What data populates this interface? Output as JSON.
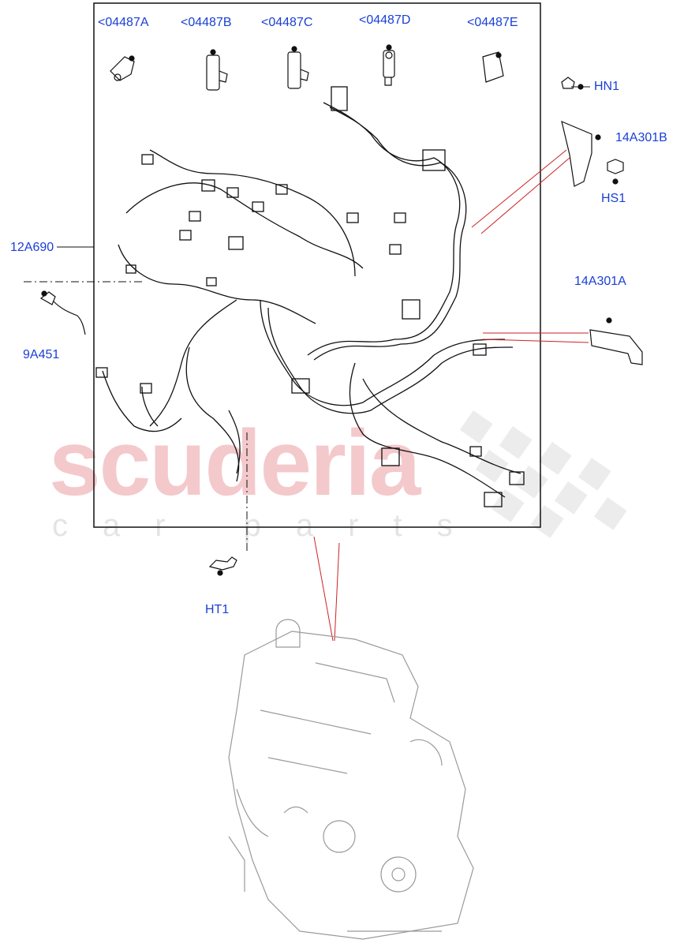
{
  "watermark": {
    "brand": "scuderia",
    "tagline": "car parts"
  },
  "callouts": {
    "c04487A": "<04487A",
    "c04487B": "<04487B",
    "c04487C": "<04487C",
    "c04487D": "<04487D",
    "c04487E": "<04487E",
    "hn1": "HN1",
    "a14301B": "14A301B",
    "hs1": "HS1",
    "a12690": "12A690",
    "a14301A": "14A301A",
    "a9451": "9A451",
    "ht1": "HT1"
  },
  "colors": {
    "label": "#1a3fd6",
    "leader_red": "#cc2222",
    "line": "#111111",
    "engine_line": "#999999",
    "watermark": "#f4c9cc"
  }
}
